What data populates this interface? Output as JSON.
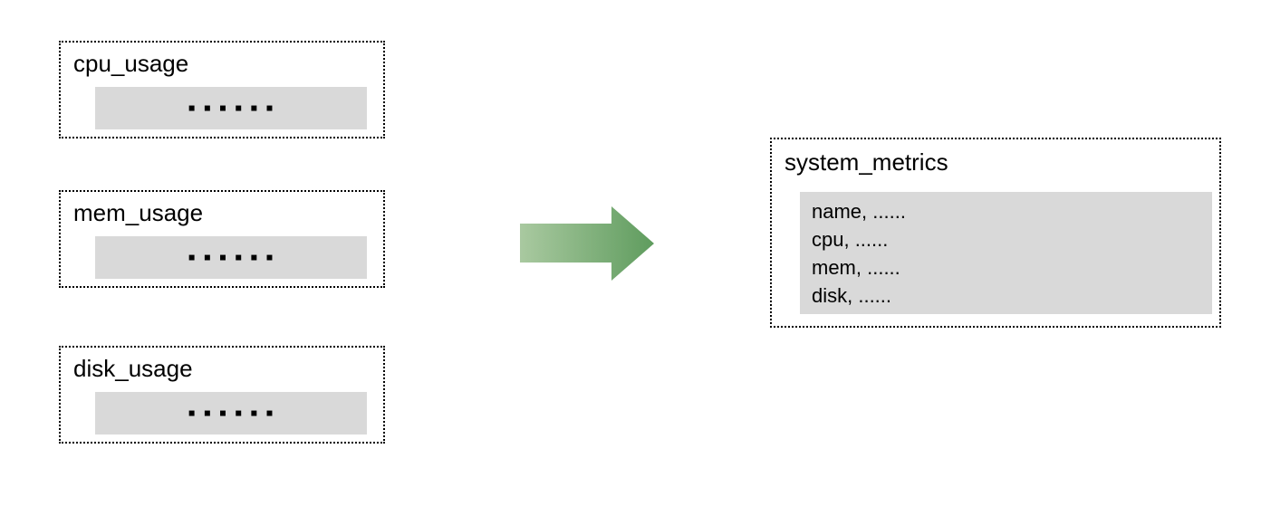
{
  "diagram": {
    "type": "data-merge-flow",
    "background_color": "#ffffff",
    "sources": [
      {
        "title": "cpu_usage",
        "body_text": "▪ ▪ ▪ ▪ ▪ ▪",
        "body_color": "#d9d9d9",
        "border_style": "dotted"
      },
      {
        "title": "mem_usage",
        "body_text": "▪ ▪ ▪ ▪ ▪ ▪",
        "body_color": "#d9d9d9",
        "border_style": "dotted"
      },
      {
        "title": "disk_usage",
        "body_text": "▪ ▪ ▪ ▪ ▪ ▪",
        "body_color": "#d9d9d9",
        "border_style": "dotted"
      }
    ],
    "arrow": {
      "direction": "right",
      "gradient_from": "#a9c9a0",
      "gradient_to": "#5f9c5e"
    },
    "target": {
      "title": "system_metrics",
      "body_color": "#d9d9d9",
      "fields": [
        "name, ......",
        "cpu, ......",
        "mem, ......",
        "disk, ......"
      ]
    }
  }
}
